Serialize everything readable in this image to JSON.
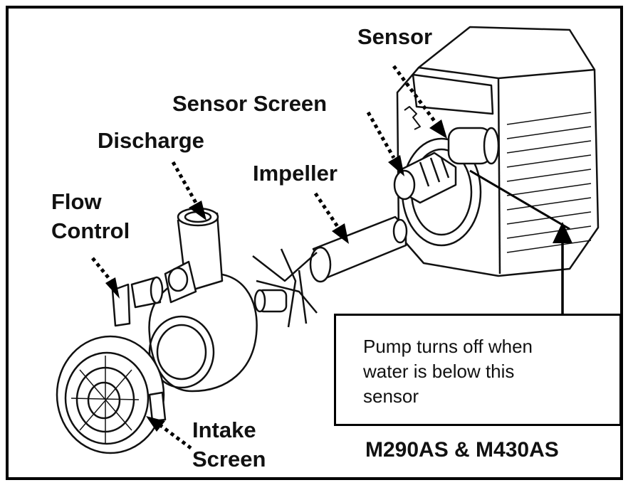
{
  "labels": {
    "sensor": "Sensor",
    "sensor_screen": "Sensor Screen",
    "discharge": "Discharge",
    "impeller": "Impeller",
    "flow_control_line1": "Flow",
    "flow_control_line2": "Control",
    "intake_screen_line1": "Intake",
    "intake_screen_line2": "Screen"
  },
  "note": {
    "line1": "Pump turns off when",
    "line2": "water is below this",
    "line3": "sensor"
  },
  "model": "M290AS & M430AS",
  "colors": {
    "stroke": "#111111",
    "background": "#ffffff"
  }
}
